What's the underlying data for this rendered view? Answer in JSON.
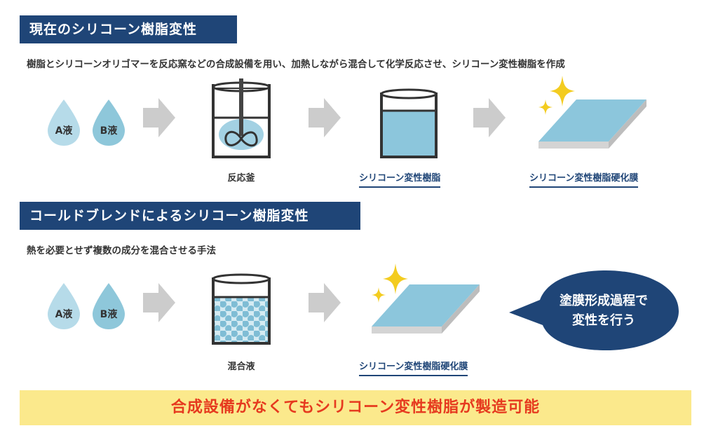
{
  "section1": {
    "title": "現在のシリコーン樹脂変性",
    "description": "樹脂とシリコーンオリゴマーを反応窯などの合成設備を用い、加熱しながら混合して化学反応させ、シリコーン変性樹脂を作成",
    "liquid_a": "A液",
    "liquid_b": "B液",
    "reactor_label": "反応釜",
    "resin_label": "シリコーン変性樹脂",
    "film_label": "シリコーン変性樹脂硬化膜"
  },
  "section2": {
    "title": "コールドブレンドによるシリコーン樹脂変性",
    "description": "熱を必要とせず複数の成分を混合させる手法",
    "liquid_a": "A液",
    "liquid_b": "B液",
    "mix_label": "混合液",
    "film_label": "シリコーン変性樹脂硬化膜",
    "bubble_line1": "塗膜形成過程で",
    "bubble_line2": "変性を行う"
  },
  "banner": "合成設備がなくてもシリコーン変性樹脂が製造可能",
  "colors": {
    "navy": "#1f4577",
    "drop_light": "#b6dbe9",
    "drop_dark": "#8ec7da",
    "liquid": "#8cc6dc",
    "arrow": "#cccccc",
    "sparkle": "#f3cc20",
    "banner_bg": "#fbe98c",
    "banner_text": "#e63a1f"
  }
}
